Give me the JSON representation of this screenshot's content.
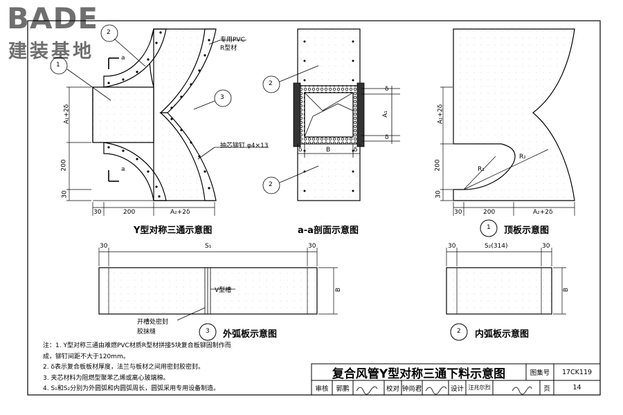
{
  "logo": {
    "en": "BADE",
    "cn": "建装基地"
  },
  "captions": {
    "main": "Y型对称三通示意图",
    "section": "a-a剖面示意图",
    "top_num": "1",
    "top": "顶板示意图",
    "outer_num": "3",
    "outer": "外弧板示意图",
    "inner_num": "2",
    "inner": "内弧板示意图"
  },
  "labels": {
    "pvc1": "专用PVC",
    "pvc2": "R型材",
    "rivet": "抽芯铆钉 φ4×13",
    "vgroove": "V型槽",
    "seal1": "开槽处密封",
    "seal2": "胶抹缝",
    "sec_a1": "a",
    "sec_a2": "a"
  },
  "callouts": {
    "c1": "1",
    "c2": "2",
    "c3": "3",
    "s2a": "2",
    "s2b": "2"
  },
  "dims": {
    "a1": "A₁+2δ",
    "d200": "200",
    "d30": "30",
    "d30b": "30",
    "d200b": "200",
    "a2": "A₂+2δ",
    "sd_top": "δ",
    "sa1": "A₁",
    "sd_bot": "δ",
    "sd_l": "δ",
    "sb": "B",
    "sd_r": "δ",
    "ta1": "A₁+2δ",
    "t200": "200",
    "t30": "30",
    "t30b": "30",
    "t200b": "200",
    "ta2": "A₂+2δ",
    "r1": "R₁",
    "r2": "R₂",
    "o30a": "30",
    "os1": "S₁",
    "o30b": "30",
    "ob": "B",
    "i30a": "30",
    "is2": "S₂(314)",
    "i30b": "30",
    "ib": "B"
  },
  "notes": [
    "注：1. Y型对称三通由难燃PVC材质R型材拼接5块复合板铆固制作而",
    "       成，铆钉间距不大于120mm。",
    "    2. δ表示复合板板材厚度，法兰与板材之间用密封胶密封。",
    "    3. 夹芯材料为阻燃型聚苯乙烯或离心玻璃棉。",
    "    4. S₁和S₂分别为外圆弧和内圆弧周长，圆弧采用专用设备制造。"
  ],
  "title_block": {
    "title": "复合风管Y型对称三通下料示意图",
    "atlas_label": "图集号",
    "atlas_no": "17CK119",
    "review_label": "审核",
    "reviewer": "郭鹏",
    "check_label": "校对",
    "checker": "钟尚君",
    "design_label": "设计",
    "designer": "汪兆尔烈",
    "page_label": "页",
    "page_no": "14"
  }
}
